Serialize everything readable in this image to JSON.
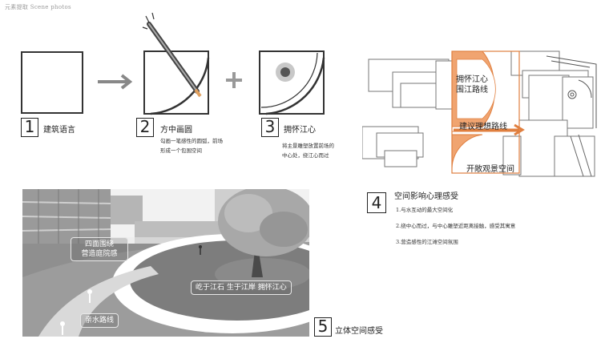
{
  "header": "元素提取  Scene photos",
  "steps": [
    {
      "num": "1",
      "label": "建筑语言"
    },
    {
      "num": "2",
      "label": "方中画圆",
      "notes": [
        "勾画一笔感性的圆弧，前场",
        "形成一个包围空间"
      ]
    },
    {
      "num": "3",
      "label": "拥怀江心",
      "notes": [
        "将主景雕塑放置前场的",
        "中心处，绕江心而过"
      ]
    },
    {
      "num": "4",
      "label": "空间影响心理感受"
    },
    {
      "num": "5",
      "label": "立体空间感受"
    }
  ],
  "plan": {
    "arc_label": [
      "拥怀江心",
      "围江路线"
    ],
    "route_label": "建议理想路线",
    "open_label": "开敞观景空间"
  },
  "feelings": [
    "1.与水互动的最大空间化",
    "2.绕中心而过，与中心雕塑近距离接触，感受其寓意",
    "3.营造感性的江滩空间氛围"
  ],
  "photo_labels": {
    "left": [
      "四面围绕",
      "营造庭院感"
    ],
    "center": "屹于江石 生于江岸 拥怀江心",
    "path": "亲水路线"
  },
  "colors": {
    "accent": "#f0a470",
    "accent_dark": "#e07f3f"
  }
}
